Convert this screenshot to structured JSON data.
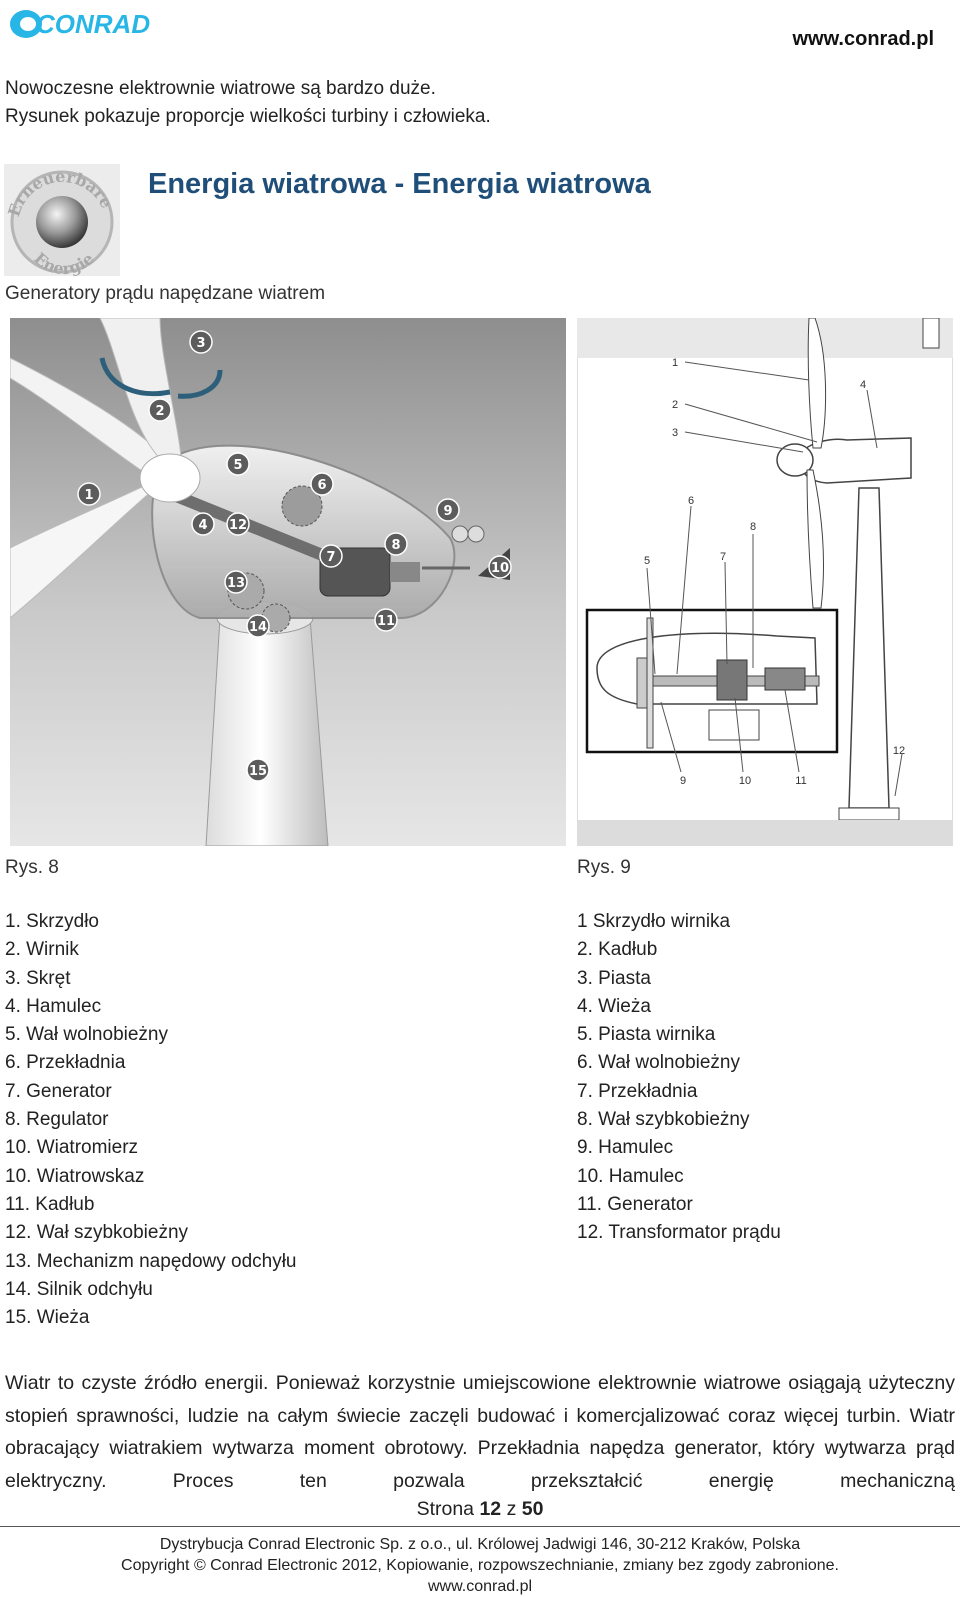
{
  "header": {
    "logo_text": "CONRAD",
    "site": "www.conrad.pl"
  },
  "intro": {
    "line1": "Nowoczesne elektrownie wiatrowe są bardzo duże.",
    "line2": "Rysunek pokazuje proporcje wielkości turbiny i człowieka."
  },
  "badge": {
    "text_top": "Erneuerbare",
    "text_bottom": "Energie"
  },
  "title": "Energia wiatrowa - Energia wiatrowa",
  "subtitle": "Generatory prądu napędzane wiatrem",
  "figure8": {
    "caption": "Rys. 8",
    "callouts": [
      "1",
      "2",
      "3",
      "4",
      "5",
      "6",
      "7",
      "8",
      "9",
      "10",
      "11",
      "12",
      "13",
      "14",
      "15"
    ],
    "legend": [
      "1. Skrzydło",
      "2. Wirnik",
      "3. Skręt",
      "4. Hamulec",
      "5. Wał wolnobieżny",
      "6. Przekładnia",
      "7. Generator",
      "8. Regulator",
      "10. Wiatromierz",
      "10. Wiatrowskaz",
      "11. Kadłub",
      "12. Wał szybkobieżny",
      "13. Mechanizm napędowy odchyłu",
      "14. Silnik odchyłu",
      "15. Wieża"
    ]
  },
  "figure9": {
    "caption": "Rys. 9",
    "callouts": [
      "1",
      "2",
      "3",
      "4",
      "5",
      "6",
      "7",
      "8",
      "9",
      "10",
      "11",
      "12"
    ],
    "legend": [
      "1 Skrzydło wirnika",
      "2. Kadłub",
      "3. Piasta",
      "4. Wieża",
      "5. Piasta wirnika",
      "6. Wał wolnobieżny",
      "7. Przekładnia",
      "8. Wał szybkobieżny",
      "9. Hamulec",
      "10. Hamulec",
      "11. Generator",
      "12. Transformator prądu"
    ]
  },
  "body": "Wiatr to czyste źródło energii. Ponieważ korzystnie umiejscowione elektrownie wiatrowe osiągają użyteczny stopień sprawności, ludzie na całym świecie zaczęli budować i komercjalizować coraz więcej turbin. Wiatr obracający wiatrakiem wytwarza moment obrotowy. Przekładnia napędza generator, który wytwarza prąd elektryczny. Proces ten pozwala przekształcić energię mechaniczną",
  "page": {
    "prefix": "Strona",
    "current": "12",
    "separator": "z",
    "total": "50"
  },
  "footer": {
    "line1": "Dystrybucja Conrad Electronic Sp. z o.o., ul. Królowej Jadwigi 146, 30-212 Kraków, Polska",
    "line2": "Copyright © Conrad Electronic 2012, Kopiowanie, rozpowszechnianie, zmiany bez zgody zabronione.",
    "line3": "www.conrad.pl"
  },
  "colors": {
    "brand_cyan": "#27b6e6",
    "title_blue": "#1f4e79"
  },
  "icons": [
    "conrad-logo-icon",
    "renewable-energy-badge-icon"
  ]
}
